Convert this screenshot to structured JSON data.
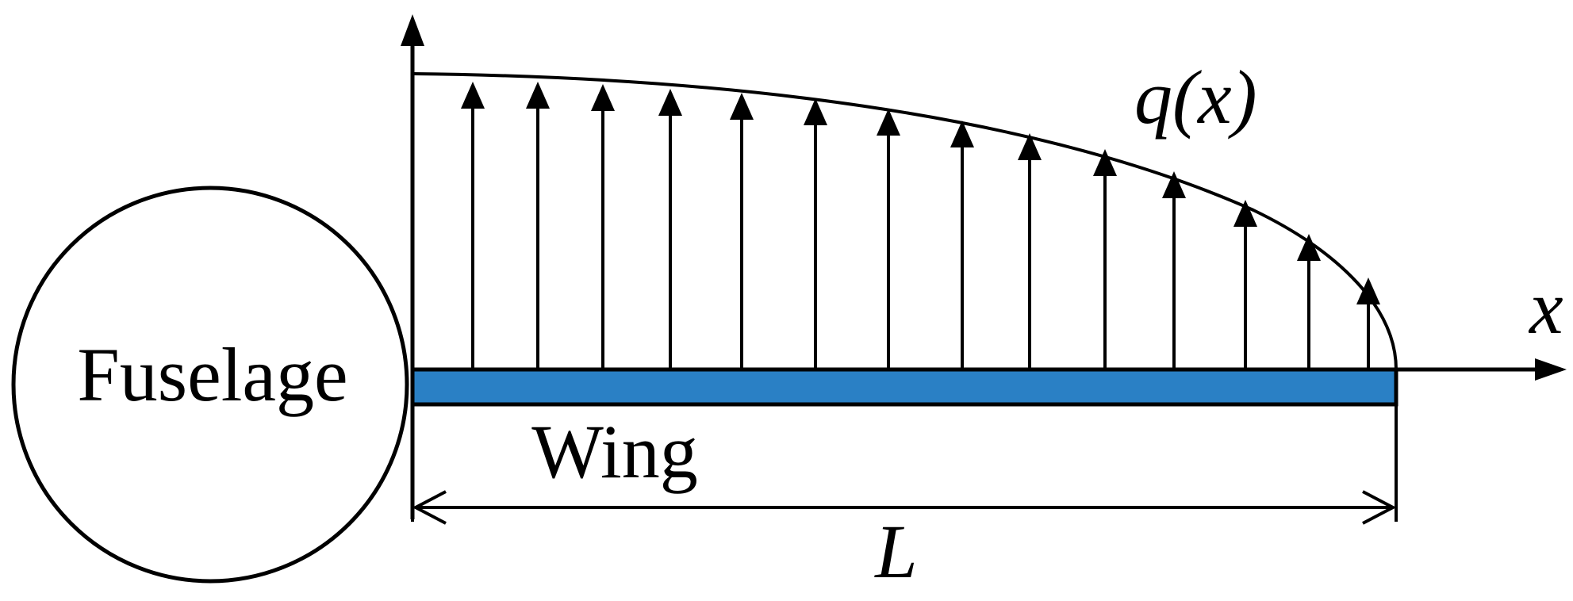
{
  "labels": {
    "body": "Fuselage",
    "beam": "Wing",
    "load": "q(x)",
    "axis_x": "x",
    "span": "L"
  },
  "colors": {
    "beam_fill": "#2A80C5",
    "stroke": "#000000",
    "background": "#FFFFFF"
  }
}
